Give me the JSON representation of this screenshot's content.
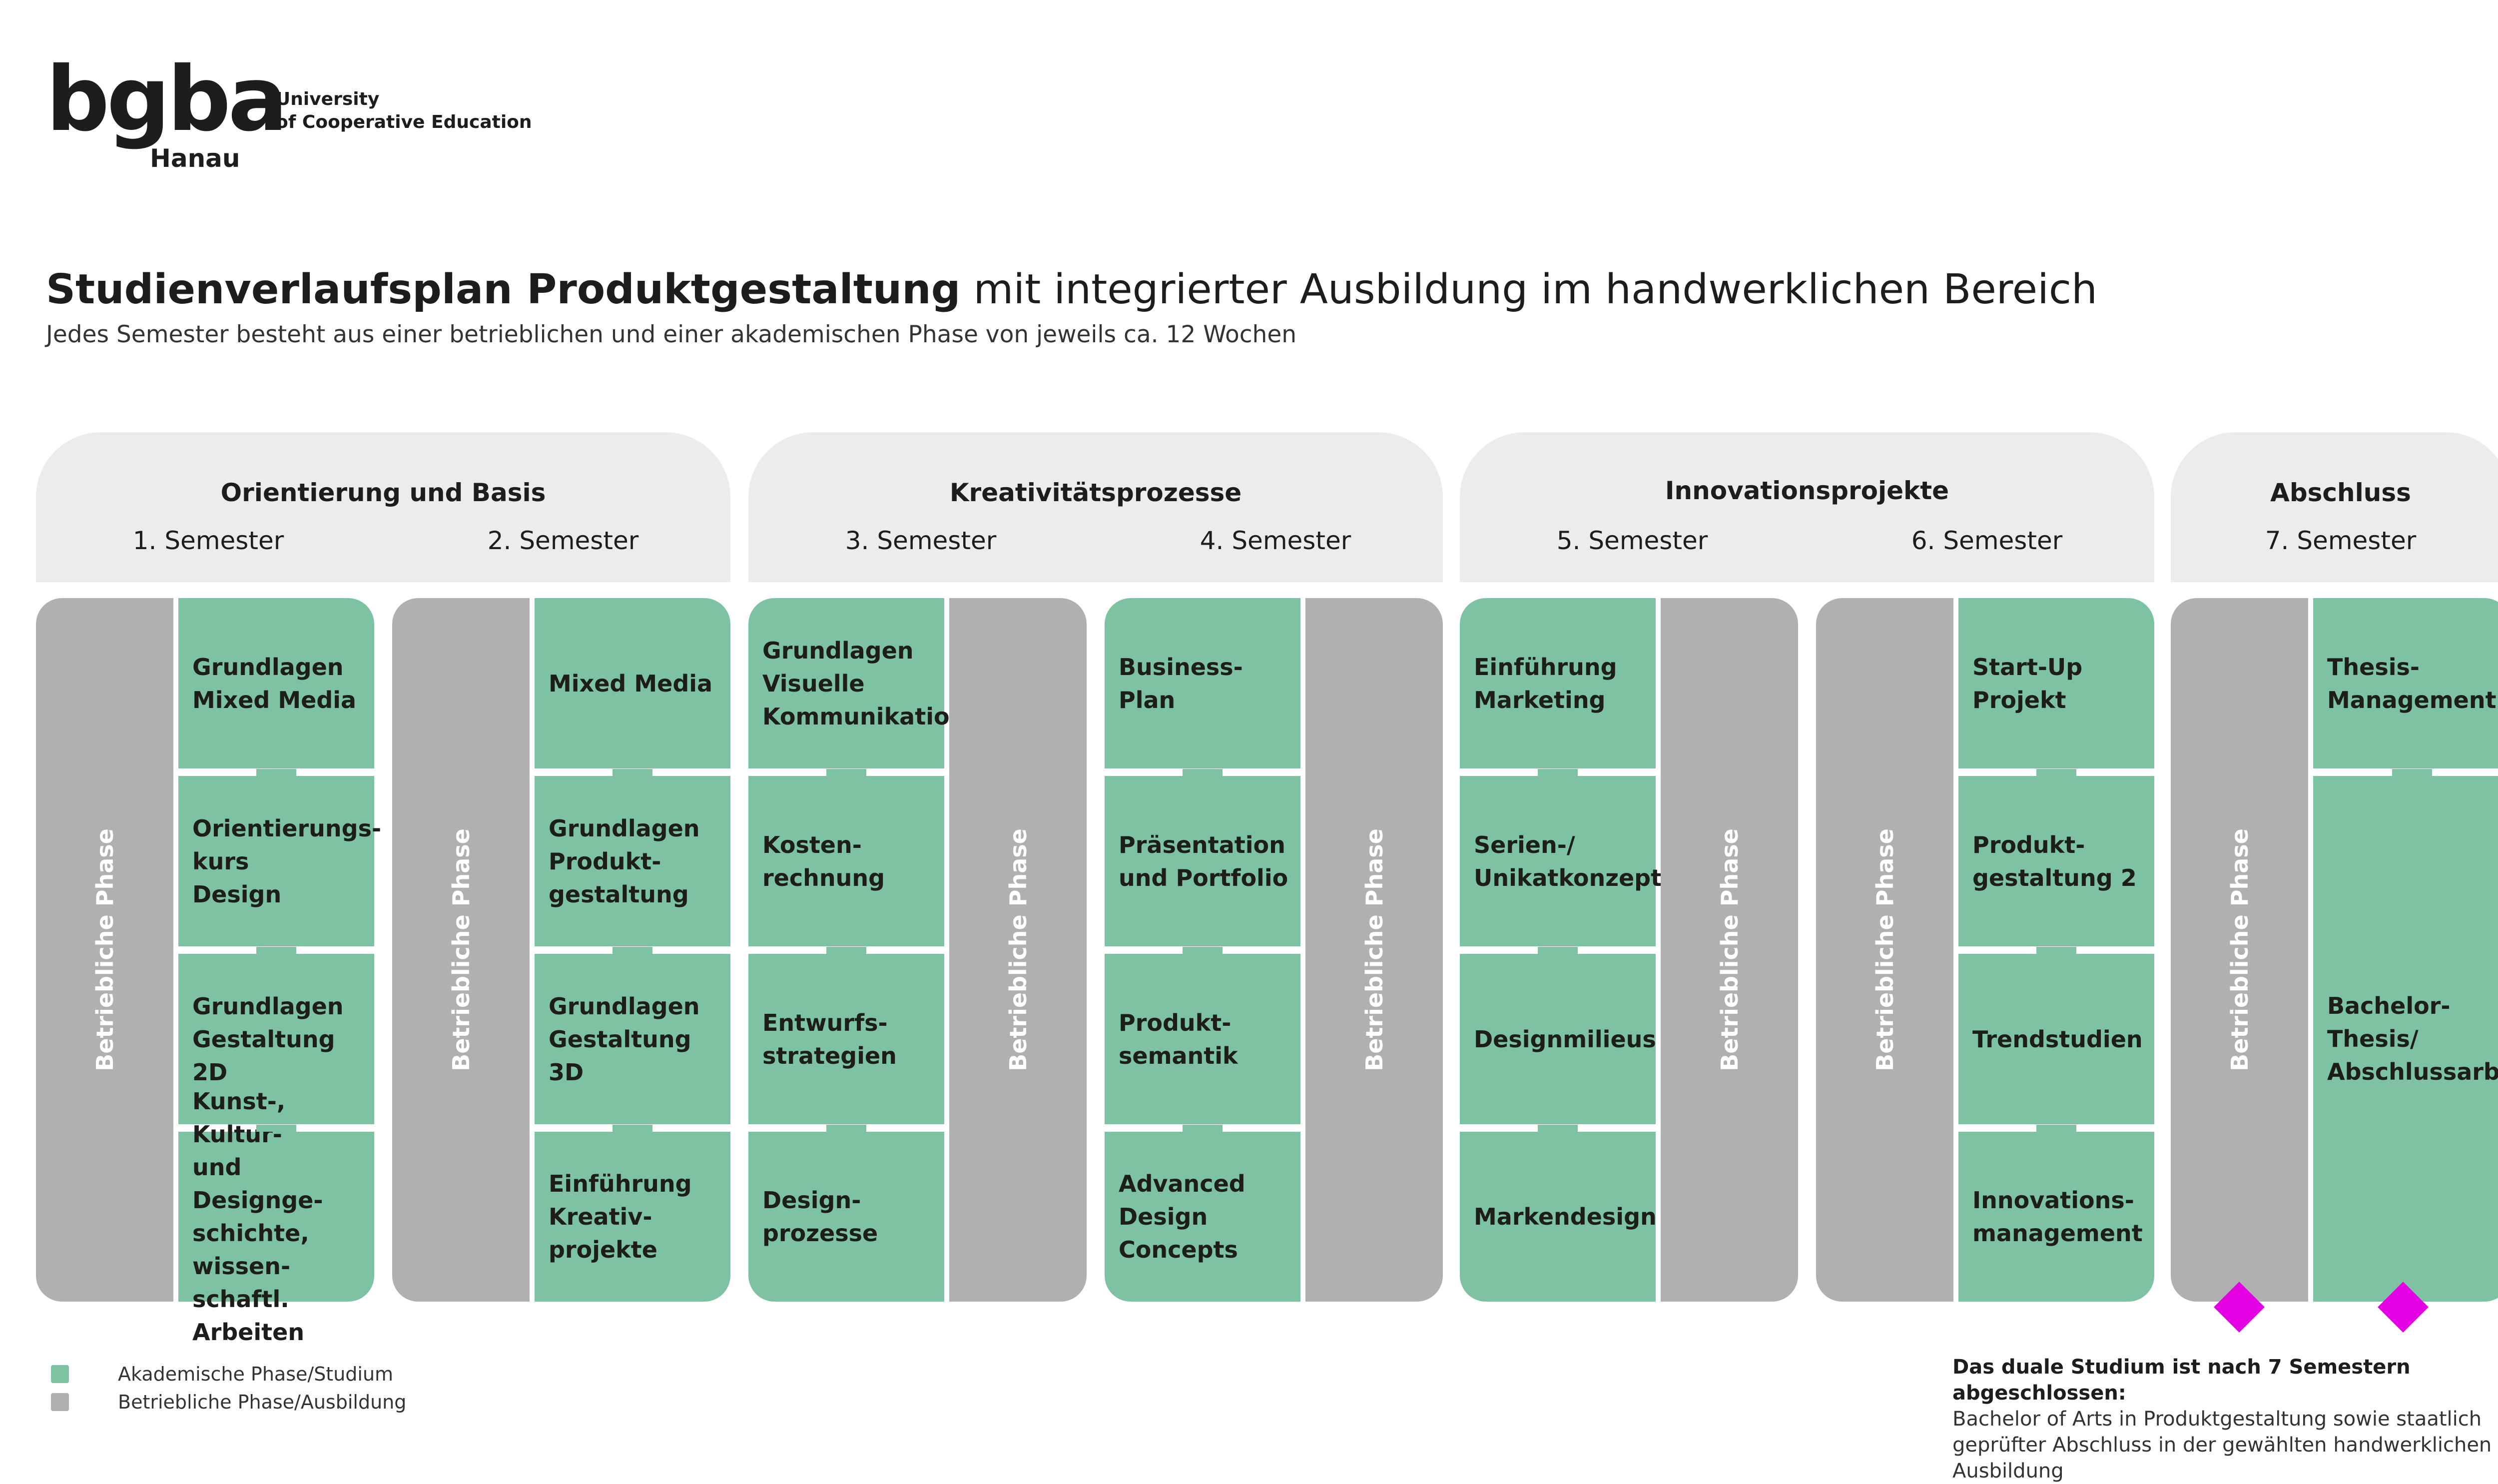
{
  "logo": {
    "main": "bgba",
    "city": "Hanau",
    "line1": "University",
    "line2": "of Cooperative Education"
  },
  "title": {
    "bold": "Studienverlaufsplan Produktgestaltung",
    "rest": " mit integrierter Ausbildung im handwerklichen Bereich"
  },
  "subtitle": "Jedes Semester besteht aus einer betrieblichen und einer akademischen Phase von jeweils ca. 12 Wochen",
  "phases": [
    "Orientierung und Basis",
    "Kreativitätsprozesse",
    "Innovationsprojekte",
    "Abschluss"
  ],
  "semesters": [
    "1. Semester",
    "2. Semester",
    "3. Semester",
    "4. Semester",
    "5. Semester",
    "6. Semester",
    "7. Semester"
  ],
  "betriebliche_label": "Betriebliche Phase",
  "modules": {
    "s1": [
      "Grundlagen\nMixed Media",
      "Orientierungs-\nkurs\nDesign",
      "Grundlagen\nGestaltung 2D",
      "Kunst-, Kultur-\nund Designge-\nschichte, wissen-\nschaftl. Arbeiten"
    ],
    "s2": [
      "Mixed Media",
      "Grundlagen\nProdukt-\ngestaltung",
      "Grundlagen\nGestaltung 3D",
      "Einführung\nKreativ-\nprojekte"
    ],
    "s3": [
      "Grundlagen\nVisuelle\nKommunikation",
      "Kosten-\nrechnung",
      "Entwurfs-\nstrategien",
      "Design-\nprozesse"
    ],
    "s4": [
      "Business-\nPlan",
      "Präsentation\nund Portfolio",
      "Produkt-\nsemantik",
      "Advanced\nDesign\nConcepts"
    ],
    "s5": [
      "Einführung\nMarketing",
      "Serien-/\nUnikatkonzept",
      "Designmilieus",
      "Markendesign"
    ],
    "s6": [
      "Start-Up\nProjekt",
      "Produkt-\ngestaltung 2",
      "Trendstudien",
      "Innovations-\nmanagement"
    ],
    "s7": [
      "Thesis-\nManagement",
      "Bachelor-\nThesis/\nAbschlussarbeit"
    ]
  },
  "legend": {
    "academic": "Akademische Phase/Studium",
    "company": "Betriebliche Phase/Ausbildung",
    "academic_color": "#7dc3a3",
    "company_color": "#b0b0b0"
  },
  "note": {
    "bold": "Das duale Studium ist nach 7 Semestern abgeschlossen:",
    "text": "Bachelor of Arts in Produktgestaltung sowie staatlich geprüfter Abschluss in der gewählten handwerklichen Ausbildung"
  },
  "colors": {
    "marker": "#e300e3",
    "header_bg": "#ececec"
  }
}
